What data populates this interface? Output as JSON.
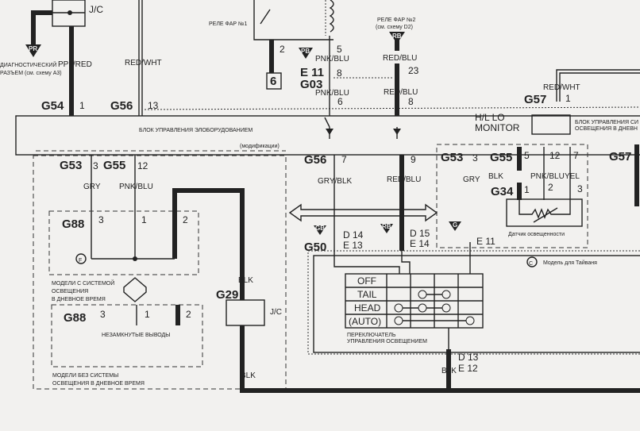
{
  "jc_top": {
    "label": "J/C"
  },
  "diag": {
    "tag": "PR",
    "line1": "ДИАГНОСТИЧЕСКИЙ",
    "line2": "РАЗЪЕМ (см. схему А3)"
  },
  "wires": {
    "ppl_red": "PPL/RED",
    "red_wht_1": "RED/WHT",
    "pnk_blu_1": "PNK/BLU",
    "pnk_blu_2": "PNK/BLU",
    "red_blu_1": "RED/BLU",
    "red_blu_2": "RED/BLU",
    "red_wht_2": "RED/WHT",
    "gry_1": "GRY",
    "pnk_blu_3": "PNK/BLU",
    "blk_1": "BLK",
    "blk_2": "BLK",
    "gry_blk": "GRY/BLK",
    "red_blu_3": "RED/BLU",
    "gry_2": "GRY",
    "blk_3": "BLK",
    "pnk_blu_4": "PNK/BLU",
    "yel": "YEL",
    "blk_4": "BLK"
  },
  "connectors": {
    "g54": "G54",
    "g54_pin": "1",
    "g56": "G56",
    "g56_pin": "13",
    "e11": "E 11",
    "g03": "G03",
    "pin5": "5",
    "pin8": "8",
    "pin6": "6",
    "pin23": "23",
    "pin8b": "8",
    "g57": "G57",
    "g57_pin": "1",
    "g53": "G53",
    "g53_pin": "3",
    "g55": "G55",
    "g55_pin": "12",
    "g56b": "G56",
    "g56b_pin": "7",
    "pin9": "9",
    "g53b": "G53",
    "g53b_pin": "3",
    "g55b": "G55",
    "g55b_pin5": "5",
    "g55b_pin12": "12",
    "g55b_pin7": "7",
    "g34": "G34",
    "g34_p1": "1",
    "g34_p2": "2",
    "g34_p3": "3",
    "g57b": "G57",
    "g50": "G50",
    "d14": "D 14",
    "e13": "E 13",
    "d15": "D 15",
    "e14": "E 14",
    "d13": "D 13",
    "e12": "E 12",
    "g88a": "G88",
    "g88a_p3": "3",
    "g88a_p1": "1",
    "g88a_p2": "2",
    "g88b": "G88",
    "g88b_p3": "3",
    "g88b_p1": "1",
    "g88b_p2": "2",
    "g29": "G29",
    "relay_pin2": "2",
    "ground_box": "6"
  },
  "relay1": {
    "label": "РЕЛЕ ФАР №1",
    "tag": "PB"
  },
  "relay2": {
    "line1": "РЕЛЕ ФАР №2",
    "line2": "(см. схему D2)",
    "tag": "RB"
  },
  "ecu": {
    "label": "БЛОК УПРАВЛЕНИЯ ЭЛОБОРУДОВАНИЕМ",
    "mod": "(модификации)"
  },
  "drl": {
    "monitor1": "H/L LO",
    "monitor2": "MONITOR",
    "label1": "БЛОК УПРАВЛЕНИЯ СИ",
    "label2": "ОСВЕЩЕНИЯ В ДНЕВН"
  },
  "variants": {
    "f_mark": "F",
    "with1": "МОДЕЛИ С СИСТЕМОЙ",
    "with2": "ОСВЕЩЕНИЯ",
    "with3": "В ДНЕВНОЕ ВРЕМЯ",
    "open": "НЕЗАМКНУТЫЕ ВЫВОДЫ",
    "without1": "МОДЕЛИ БЕЗ СИСТЕМЫ",
    "without2": "ОСВЕЩЕНИЯ В ДНЕВНОЕ ВРЕМЯ",
    "jc": "J/C"
  },
  "tags": {
    "gb": "GB",
    "rb": "RB",
    "g": "G"
  },
  "sensor": {
    "label": "Датчик освещенности"
  },
  "taiwan": {
    "mark": "C",
    "label": "Модель для Тайваня"
  },
  "switch": {
    "rows": [
      "OFF",
      "TAIL",
      "HEAD",
      "(AUTO)"
    ],
    "label1": "ПЕРЕКЛЮЧАТЕЛЬ",
    "label2": "УПРАВЛЕНИЯ ОСВЕЩЕНИЕМ"
  }
}
